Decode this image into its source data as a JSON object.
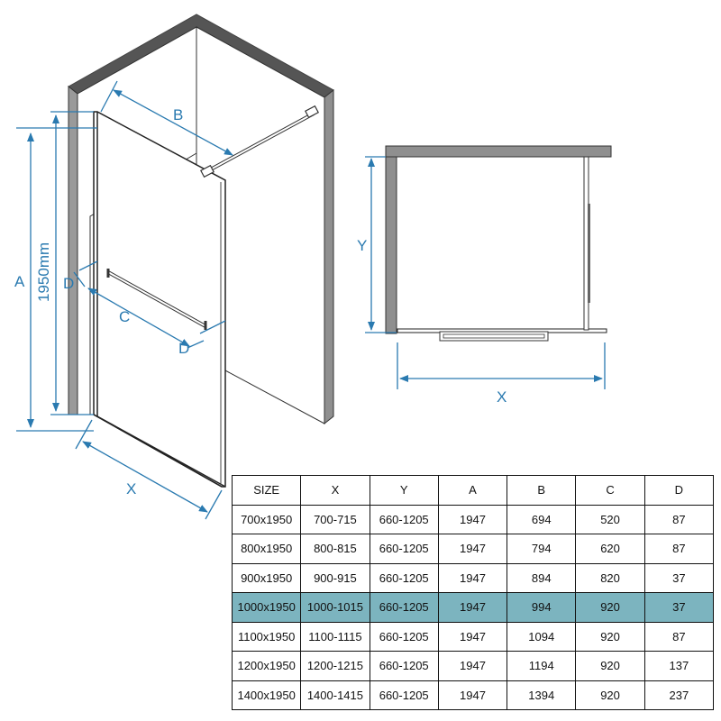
{
  "colors": {
    "dimension": "#2a7ab0",
    "wall": "#8f8f8f",
    "wall_top": "#4f4f4f",
    "highlight_row": "#7cb4bf"
  },
  "labels": {
    "a": "A",
    "b": "B",
    "c": "C",
    "d": "D",
    "x": "X",
    "y": "Y",
    "height": "1950mm"
  },
  "table": {
    "headers": [
      "SIZE",
      "X",
      "Y",
      "A",
      "B",
      "C",
      "D"
    ],
    "rows": [
      [
        "700x1950",
        "700-715",
        "660-1205",
        "1947",
        "694",
        "520",
        "87"
      ],
      [
        "800x1950",
        "800-815",
        "660-1205",
        "1947",
        "794",
        "620",
        "87"
      ],
      [
        "900x1950",
        "900-915",
        "660-1205",
        "1947",
        "894",
        "820",
        "37"
      ],
      [
        "1000x1950",
        "1000-1015",
        "660-1205",
        "1947",
        "994",
        "920",
        "37"
      ],
      [
        "1100x1950",
        "1100-1115",
        "660-1205",
        "1947",
        "1094",
        "920",
        "87"
      ],
      [
        "1200x1950",
        "1200-1215",
        "660-1205",
        "1947",
        "1194",
        "920",
        "137"
      ],
      [
        "1400x1950",
        "1400-1415",
        "660-1205",
        "1947",
        "1394",
        "920",
        "237"
      ]
    ],
    "highlighted_row": 3
  }
}
